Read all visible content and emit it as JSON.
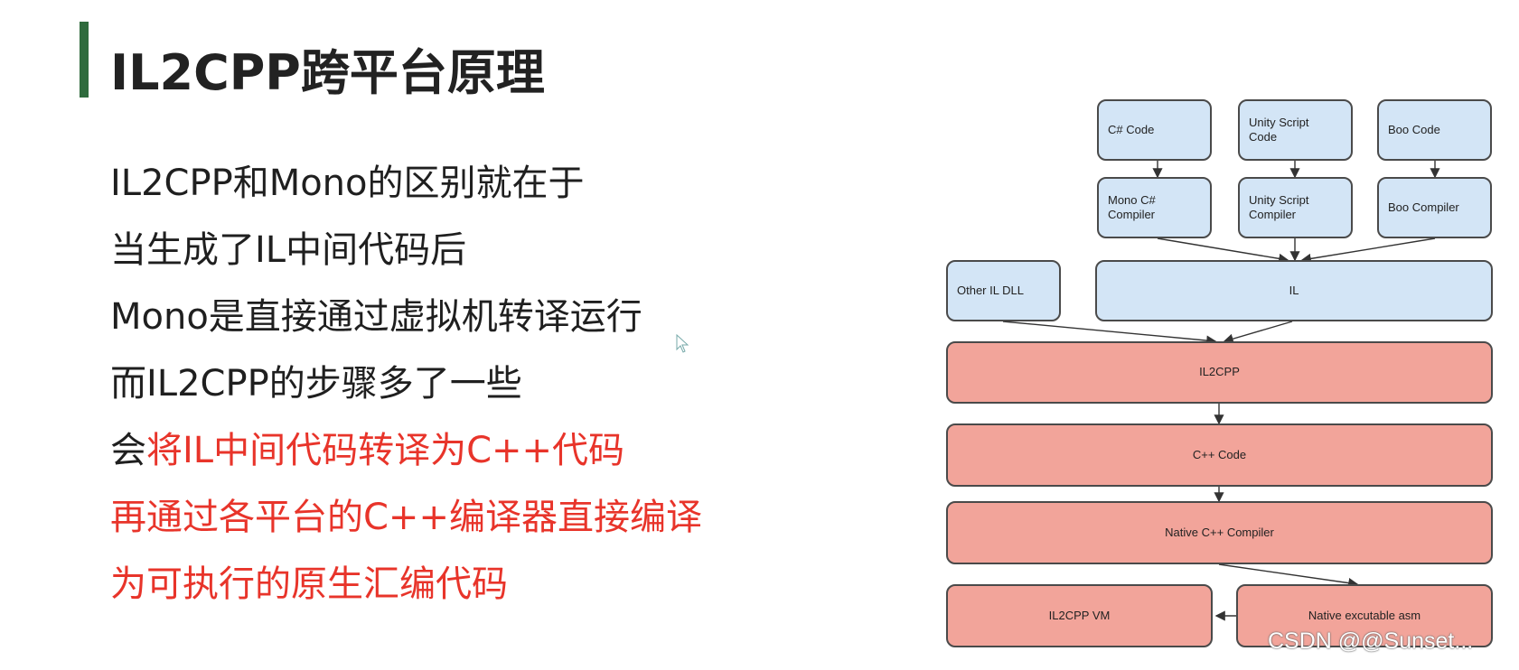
{
  "slide": {
    "title": "IL2CPP跨平台原理",
    "lines": [
      {
        "segments": [
          {
            "text": "IL2CPP和Mono的区别就在于",
            "color": "black"
          }
        ]
      },
      {
        "segments": [
          {
            "text": "当生成了IL中间代码后",
            "color": "black"
          }
        ]
      },
      {
        "segments": [
          {
            "text": "Mono是直接通过虚拟机转译运行",
            "color": "black"
          }
        ]
      },
      {
        "segments": [
          {
            "text": "而IL2CPP的步骤多了一些",
            "color": "black"
          }
        ]
      },
      {
        "segments": [
          {
            "text": "会",
            "color": "black"
          },
          {
            "text": "将IL中间代码转译为C++代码",
            "color": "red"
          }
        ]
      },
      {
        "segments": [
          {
            "text": "再通过各平台的C++编译器直接编译",
            "color": "red"
          }
        ]
      },
      {
        "segments": [
          {
            "text": "为可执行的原生汇编代码",
            "color": "red"
          }
        ]
      }
    ],
    "colors": {
      "title_bar": "#2f6b3d",
      "highlight": "#e8342a",
      "blue_node": "#d3e5f6",
      "pink_node": "#f2a49a"
    }
  },
  "diagram": {
    "nodes": {
      "csharp_code": "C# Code",
      "unity_script_code": "Unity Script\nCode",
      "boo_code": "Boo Code",
      "mono_compiler": "Mono C#\nCompiler",
      "unity_script_compiler": "Unity Script\nCompiler",
      "boo_compiler": "Boo Compiler",
      "other_il_dll": "Other IL DLL",
      "il": "IL",
      "il2cpp": "IL2CPP",
      "cpp_code": "C++ Code",
      "native_compiler": "Native C++ Compiler",
      "il2cpp_vm": "IL2CPP VM",
      "native_asm": "Native excutable asm"
    }
  },
  "watermark": "CSDN @@Sunset..."
}
